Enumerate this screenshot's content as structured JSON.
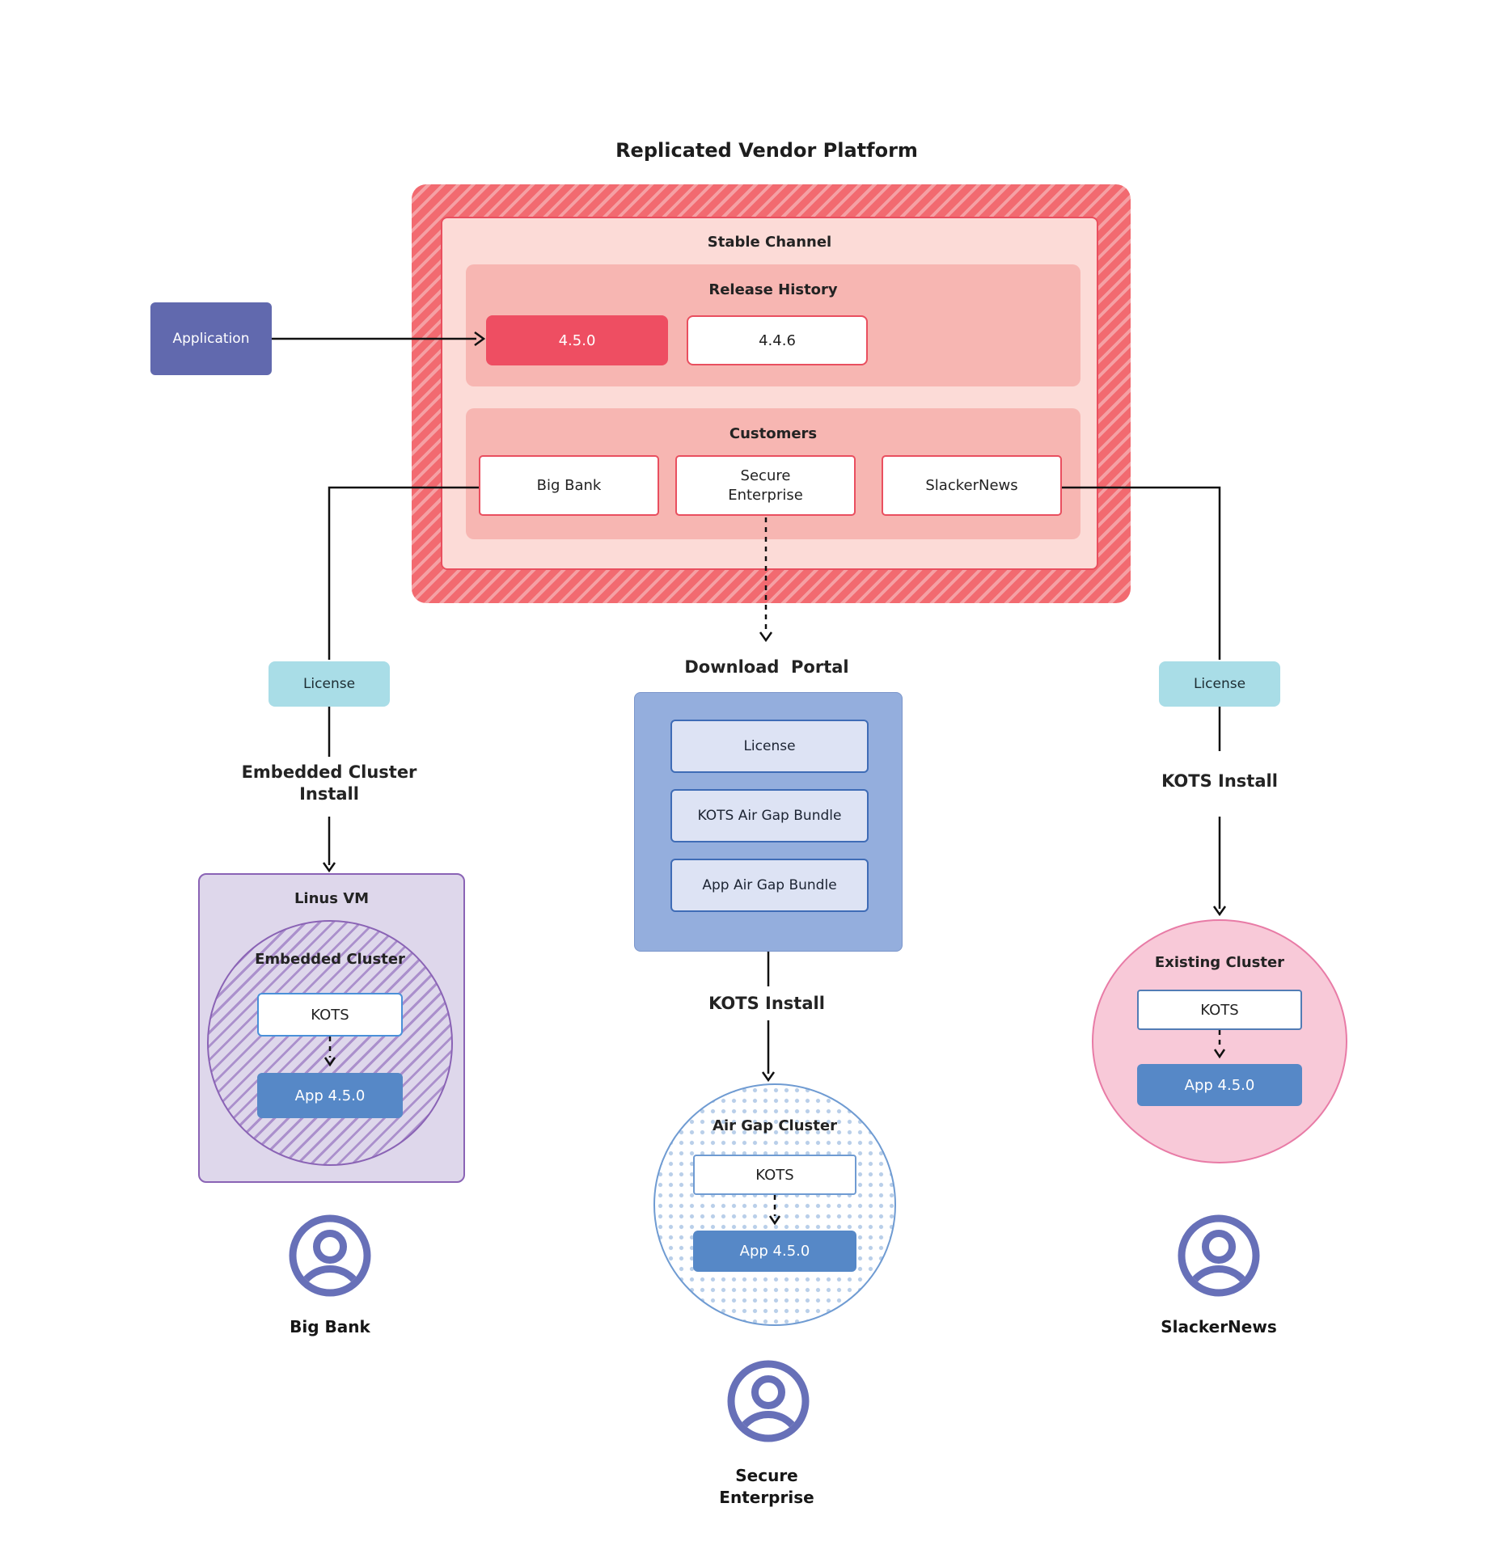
{
  "title": "Replicated Vendor Platform",
  "application": {
    "label": "Application"
  },
  "platform": {
    "stable_channel": {
      "label": "Stable Channel",
      "release_history": {
        "label": "Release History",
        "current_release": "4.5.0",
        "previous_release": "4.4.6"
      },
      "customers": {
        "label": "Customers",
        "big_bank": "Big Bank",
        "secure_enterprise": "Secure Enterprise",
        "slackernews": "SlackerNews"
      }
    }
  },
  "big_bank_flow": {
    "license_label": "License",
    "install_label": "Embedded Cluster Install",
    "vm_label": "Linus VM",
    "cluster_label": "Embedded Cluster",
    "kots_label": "KOTS",
    "app_label": "App 4.5.0",
    "persona_label": "Big Bank"
  },
  "secure_enterprise_flow": {
    "portal_label": "Download  Portal",
    "portal_items": {
      "license": "License",
      "kots_bundle": "KOTS Air Gap Bundle",
      "app_bundle": "App Air Gap Bundle"
    },
    "install_label": "KOTS Install",
    "cluster_label": "Air Gap Cluster",
    "kots_label": "KOTS",
    "app_label": "App 4.5.0",
    "persona_label": "Secure Enterprise"
  },
  "slackernews_flow": {
    "license_label": "License",
    "install_label": "KOTS Install",
    "cluster_label": "Existing Cluster",
    "kots_label": "KOTS",
    "app_label": "App 4.5.0",
    "persona_label": "SlackerNews"
  },
  "colors": {
    "platform_hatch_dark": "#f26a70",
    "platform_hatch_light": "#f5a0a4",
    "stable_channel_fill": "#fcdbd7",
    "stable_channel_border": "#e94f5f",
    "section_fill": "#f7b6b2",
    "release_highlight": "#ee4e62",
    "application_fill": "#6169ae",
    "license_fill": "#a9dde7",
    "portal_fill": "#94aedd",
    "portal_item_fill": "#dde3f4",
    "portal_item_border": "#3f6cb6",
    "app_fill": "#5688c7",
    "vm_fill": "#ded7eb",
    "vm_border": "#8a63b5",
    "vm_hatch": "#ab90cc",
    "kots_border_blue": "#4a90d9",
    "kots_border_steel": "#527cb5",
    "airgap_border": "#6f9bd2",
    "airgap_dot": "#b9cfe9",
    "existing_fill": "#f8c9d8",
    "existing_border": "#e87ba6",
    "persona_icon": "#6770b8",
    "connector": "#111111"
  }
}
